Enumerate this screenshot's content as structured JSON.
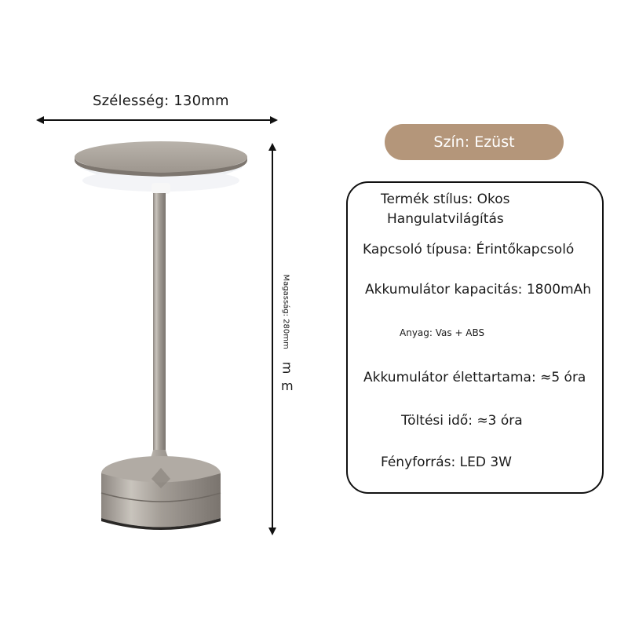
{
  "dimensions": {
    "width_label": "Szélesség: 130mm",
    "height_label": "Magasság: 280mm",
    "height_unit_extra_1": "m",
    "height_unit_extra_2": "m"
  },
  "color_badge": {
    "label": "Szín: Ezüst",
    "background": "#b4967a"
  },
  "specs": {
    "items": [
      {
        "line1": "Termék stílus: Okos",
        "line2": "Hangulatvilágítás"
      },
      {
        "text": "Kapcsoló típusa: Érintőkapcsoló"
      },
      {
        "text": "Akkumulátor kapacitás: 1800mAh"
      },
      {
        "text": "Anyag: Vas + ABS"
      },
      {
        "text": "Akkumulátor élettartama: ≈5 óra"
      },
      {
        "text": "Töltési idő: ≈3 óra"
      },
      {
        "text": "Fényforrás: LED 3W"
      }
    ]
  },
  "product": {
    "name": "silver-cordless-table-lamp",
    "finish_color": "#a8a39c"
  }
}
